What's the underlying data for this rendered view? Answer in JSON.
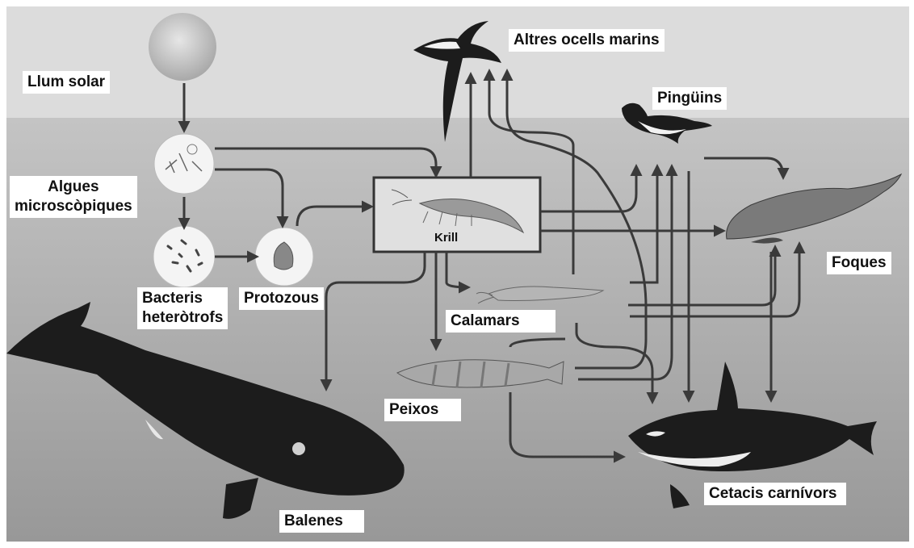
{
  "labels": {
    "sun": "Llum solar",
    "algae_line1": "Algues",
    "algae_line2": "microscòpiques",
    "bacteria_line1": "Bacteris",
    "bacteria_line2": "heteròtrofs",
    "protozoa": "Protozous",
    "krill": "Krill",
    "seabirds": "Altres ocells marins",
    "penguins": "Pingüins",
    "seals": "Foques",
    "squid": "Calamars",
    "fish": "Peixos",
    "whales": "Balenes",
    "orcas": "Cetacis carnívors"
  },
  "colors": {
    "sky": "#dcdcdc",
    "sea_top": "#bdbdbd",
    "sea_bottom": "#9a9a9a",
    "arrow": "#3a3a3a",
    "animal_dark": "#1c1c1c"
  }
}
